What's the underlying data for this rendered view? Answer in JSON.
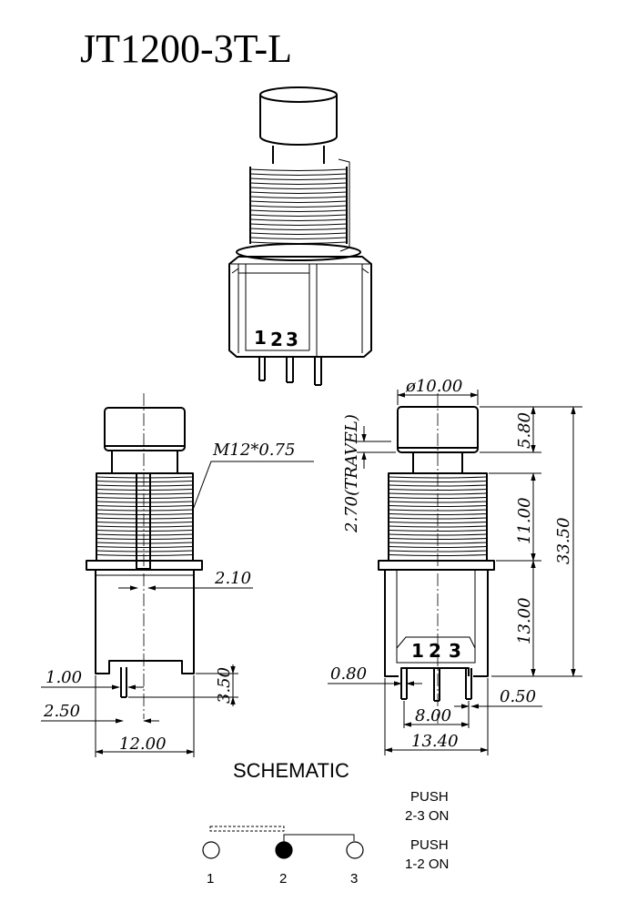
{
  "title": "JT1200-3T-L",
  "iso_view": {
    "pin_labels": [
      "1",
      "2",
      "3"
    ]
  },
  "front_view": {
    "thread_label": "M12*0.75",
    "dims": {
      "slot_width": "2.10",
      "pin_width": "1.00",
      "pin_height": "3.50",
      "pin_offset": "2.50",
      "body_width": "12.00"
    }
  },
  "side_view": {
    "pin_labels": [
      "1",
      "2",
      "3"
    ],
    "dims": {
      "cap_diameter": "ø10.00",
      "travel": "2.70(TRAVEL)",
      "cap_height": "5.80",
      "bushing_height": "11.00",
      "body_height": "13.00",
      "total_height": "33.50",
      "pin_thickness": "0.80",
      "pin_gap": "0.50",
      "pin_span": "8.00",
      "base_width": "13.40"
    }
  },
  "schematic": {
    "title": "SCHEMATIC",
    "states": [
      {
        "line1": "PUSH",
        "line2": "2-3 ON"
      },
      {
        "line1": "PUSH",
        "line2": "1-2 ON"
      }
    ],
    "terminals": [
      "1",
      "2",
      "3"
    ]
  }
}
